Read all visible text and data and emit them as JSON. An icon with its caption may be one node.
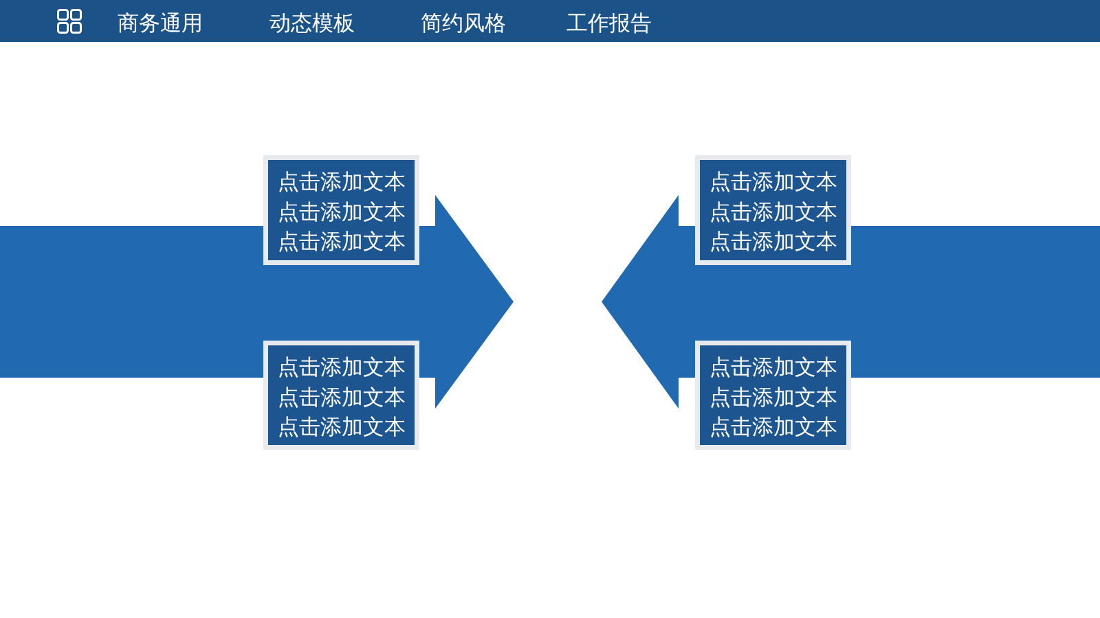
{
  "diagram": {
    "nodes": [
      {
        "text": [
          "商务通用",
          "动态模板",
          "简约风格",
          "工作报告"
        ]
      },
      {
        "text": [],
        "shape": "arrow"
      },
      {
        "text": [],
        "shape": "arrow"
      },
      {
        "text": [
          "点击添加文本",
          "点击添加文本",
          "点击添加文本"
        ]
      },
      {
        "text": [
          "点击添加文本",
          "点击添加文本",
          "点击添加文本"
        ]
      },
      {
        "text": [
          "点击添加文本",
          "点击添加文本",
          "点击添加文本"
        ]
      },
      {
        "text": [
          "点击添加文本",
          "点击添加文本",
          "点击添加文本"
        ]
      }
    ]
  }
}
